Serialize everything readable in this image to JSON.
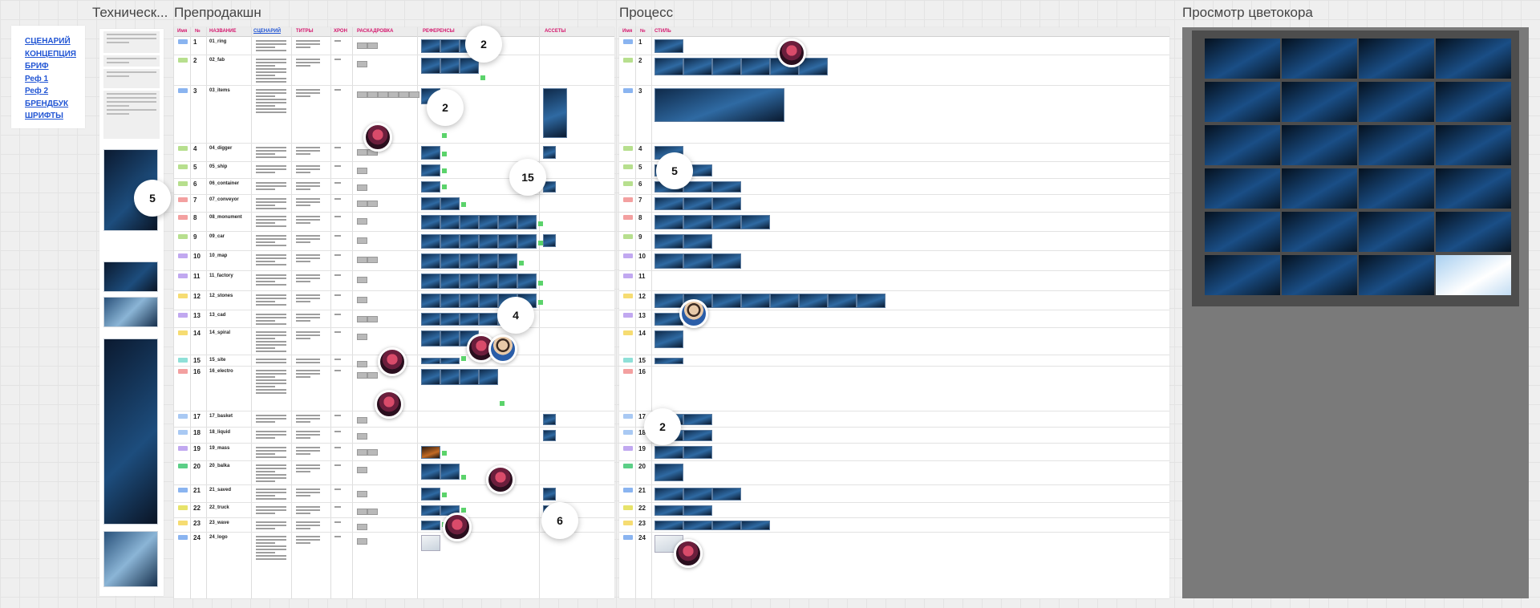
{
  "frames": {
    "tech_title": "Техническ...",
    "preprod_title": "Препродакшн",
    "process_title": "Процесс",
    "preview_title": "Просмотр цветокора"
  },
  "links": [
    "СЦЕНАРИЙ",
    "КОНЦЕПЦИЯ",
    "БРИФ",
    "Реф 1",
    "Реф 2",
    "БРЕНДБУК",
    "ШРИФТЫ"
  ],
  "preprod_headers": [
    "Имя",
    "№",
    "НАЗВАНИЕ",
    "СЦЕНАРИЙ",
    "ТИТРЫ",
    "ХРОН",
    "РАСКАДРОВКА",
    "РЕФЕРЕНСЫ",
    "АССЕТЫ"
  ],
  "process_headers": [
    "Имя",
    "№",
    "СТИЛЬ"
  ],
  "rows": [
    {
      "n": "1",
      "name": "01_ring",
      "color": "#8ab4f0"
    },
    {
      "n": "2",
      "name": "02_fab",
      "color": "#b7df8e"
    },
    {
      "n": "3",
      "name": "03_items",
      "color": "#8ab4f0"
    },
    {
      "n": "4",
      "name": "04_digger",
      "color": "#b7df8e"
    },
    {
      "n": "5",
      "name": "05_ship",
      "color": "#b7df8e"
    },
    {
      "n": "6",
      "name": "06_container",
      "color": "#b7df8e"
    },
    {
      "n": "7",
      "name": "07_conveyor",
      "color": "#f3a0a0"
    },
    {
      "n": "8",
      "name": "08_monument",
      "color": "#f3a0a0"
    },
    {
      "n": "9",
      "name": "09_car",
      "color": "#b7df8e"
    },
    {
      "n": "10",
      "name": "10_map",
      "color": "#c1a8f0"
    },
    {
      "n": "11",
      "name": "11_factory",
      "color": "#c1a8f0"
    },
    {
      "n": "12",
      "name": "12_stones",
      "color": "#f6dc72"
    },
    {
      "n": "13",
      "name": "13_cad",
      "color": "#c1a8f0"
    },
    {
      "n": "14",
      "name": "14_spiral",
      "color": "#f6dc72"
    },
    {
      "n": "15",
      "name": "15_site",
      "color": "#8fe0d8"
    },
    {
      "n": "16",
      "name": "16_electro",
      "color": "#f3a0a0"
    },
    {
      "n": "17",
      "name": "17_basket",
      "color": "#a9c9f3"
    },
    {
      "n": "18",
      "name": "18_liquid",
      "color": "#a9c9f3"
    },
    {
      "n": "19",
      "name": "19_mass",
      "color": "#c1a8f0"
    },
    {
      "n": "20",
      "name": "20_balka",
      "color": "#5ccf87"
    },
    {
      "n": "21",
      "name": "21_saved",
      "color": "#8ab4f0"
    },
    {
      "n": "22",
      "name": "22_truck",
      "color": "#e7e36a"
    },
    {
      "n": "23",
      "name": "23_wave",
      "color": "#f6dc72"
    },
    {
      "n": "24",
      "name": "24_logo",
      "color": "#8ab4f0"
    }
  ],
  "bubbles": {
    "b1": "2",
    "b2": "2",
    "b3": "15",
    "b4": "4",
    "b5": "6",
    "b6": "5",
    "b7": "5",
    "b8": "2"
  }
}
